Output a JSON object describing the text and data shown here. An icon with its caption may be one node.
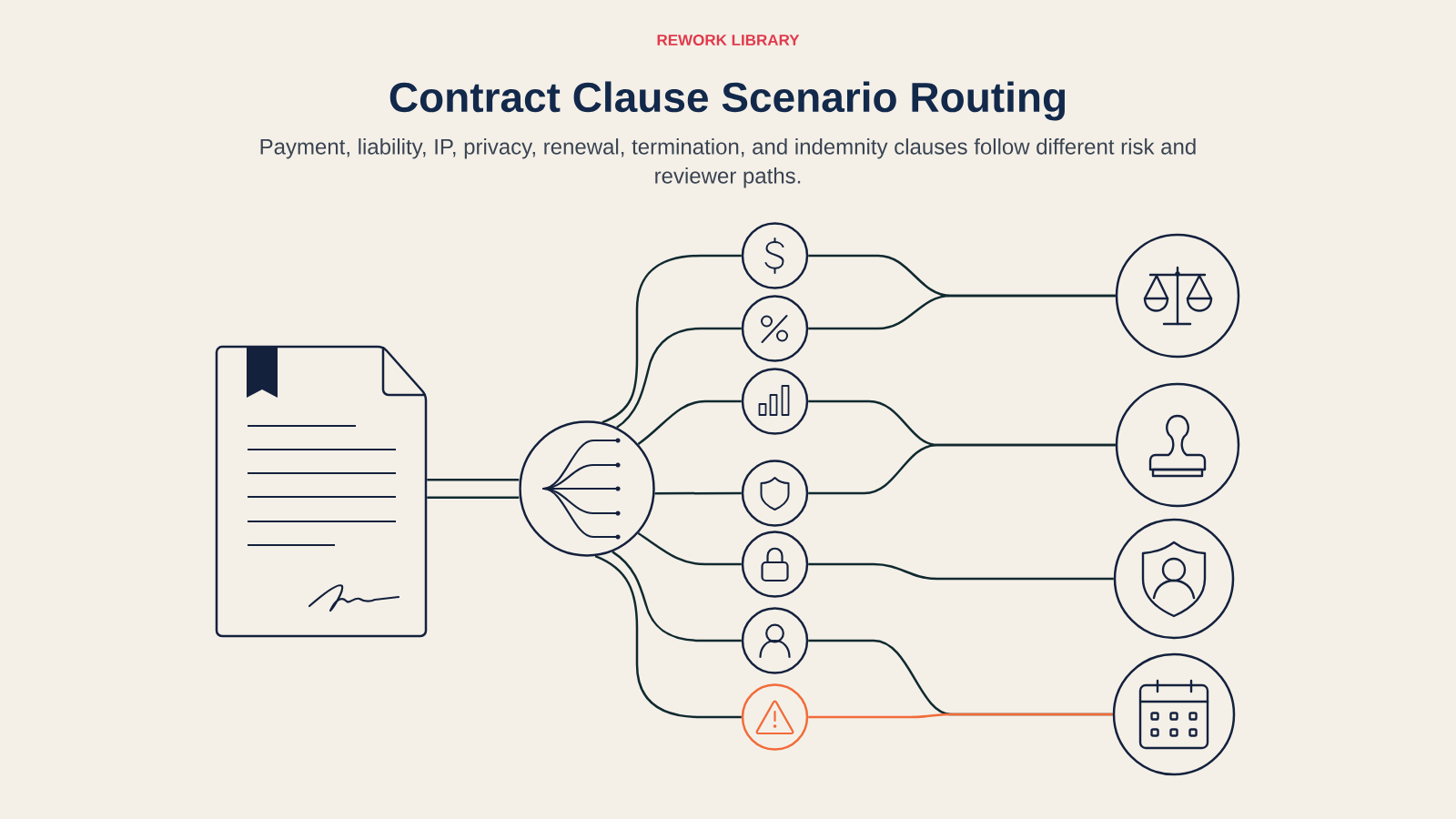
{
  "diagram": {
    "title": "Contract Clause Scenario Routing",
    "nodes": [
      {
        "text": [],
        "shape": "picture"
      },
      {
        "text": [],
        "shape": "circle"
      },
      {
        "text": [],
        "shape": "circle"
      },
      {
        "text": [],
        "shape": "circle"
      },
      {
        "text": [],
        "shape": "circle"
      },
      {
        "text": [],
        "shape": "circle"
      },
      {
        "text": [],
        "shape": "circle"
      },
      {
        "text": [],
        "shape": "circle"
      },
      {
        "text": [],
        "shape": "circle"
      },
      {
        "text": [],
        "shape": "circle"
      },
      {
        "text": [],
        "shape": "circle"
      },
      {
        "text": [],
        "shape": "circle"
      },
      {
        "text": [],
        "shape": "circle"
      }
    ],
    "edges": [
      {
        "from": 0,
        "to": 1,
        "arrow": "none",
        "style": "thick"
      },
      {
        "from": 1,
        "to": 2,
        "arrow": "none"
      },
      {
        "from": 1,
        "to": 3,
        "arrow": "none"
      },
      {
        "from": 1,
        "to": 4,
        "arrow": "none"
      },
      {
        "from": 1,
        "to": 5,
        "arrow": "none"
      },
      {
        "from": 1,
        "to": 6,
        "arrow": "none"
      },
      {
        "from": 1,
        "to": 7,
        "arrow": "none"
      },
      {
        "from": 1,
        "to": 8,
        "arrow": "none"
      },
      {
        "from": 2,
        "to": 9,
        "arrow": "none"
      },
      {
        "from": 3,
        "to": 9,
        "arrow": "none"
      },
      {
        "from": 4,
        "to": 10,
        "arrow": "none"
      },
      {
        "from": 5,
        "to": 10,
        "arrow": "none"
      },
      {
        "from": 6,
        "to": 11,
        "arrow": "none"
      },
      {
        "from": 7,
        "to": 12,
        "arrow": "none"
      },
      {
        "from": 8,
        "to": 12,
        "arrow": "none",
        "color": "#f26b3a"
      }
    ],
    "labels": [
      "REWORK LIBRARY",
      "Payment, liability, IP, privacy, renewal, termination, and indemnity clauses follow different risk and reviewer paths."
    ]
  }
}
